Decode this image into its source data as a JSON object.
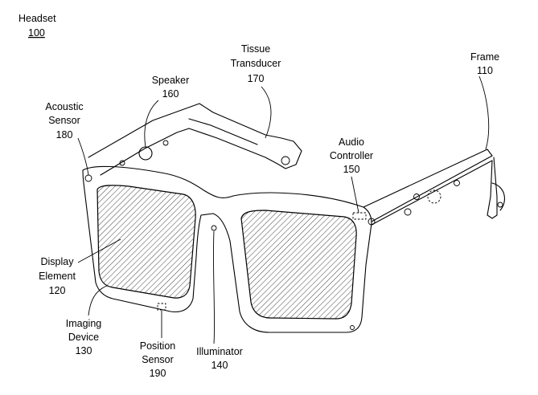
{
  "figure": {
    "title": "Headset",
    "title_ref": "100",
    "labels": [
      {
        "id": "frame",
        "lines": [
          "Frame",
          "110"
        ]
      },
      {
        "id": "tissue-transducer",
        "lines": [
          "Tissue",
          "Transducer",
          "170"
        ]
      },
      {
        "id": "speaker",
        "lines": [
          "Speaker",
          "160"
        ]
      },
      {
        "id": "acoustic-sensor",
        "lines": [
          "Acoustic",
          "Sensor",
          "180"
        ]
      },
      {
        "id": "audio-controller",
        "lines": [
          "Audio",
          "Controller",
          "150"
        ]
      },
      {
        "id": "display-element",
        "lines": [
          "Display",
          "Element",
          "120"
        ]
      },
      {
        "id": "imaging-device",
        "lines": [
          "Imaging",
          "Device",
          "130"
        ]
      },
      {
        "id": "position-sensor",
        "lines": [
          "Position",
          "Sensor",
          "190"
        ]
      },
      {
        "id": "illuminator",
        "lines": [
          "Illuminator",
          "140"
        ]
      }
    ]
  }
}
